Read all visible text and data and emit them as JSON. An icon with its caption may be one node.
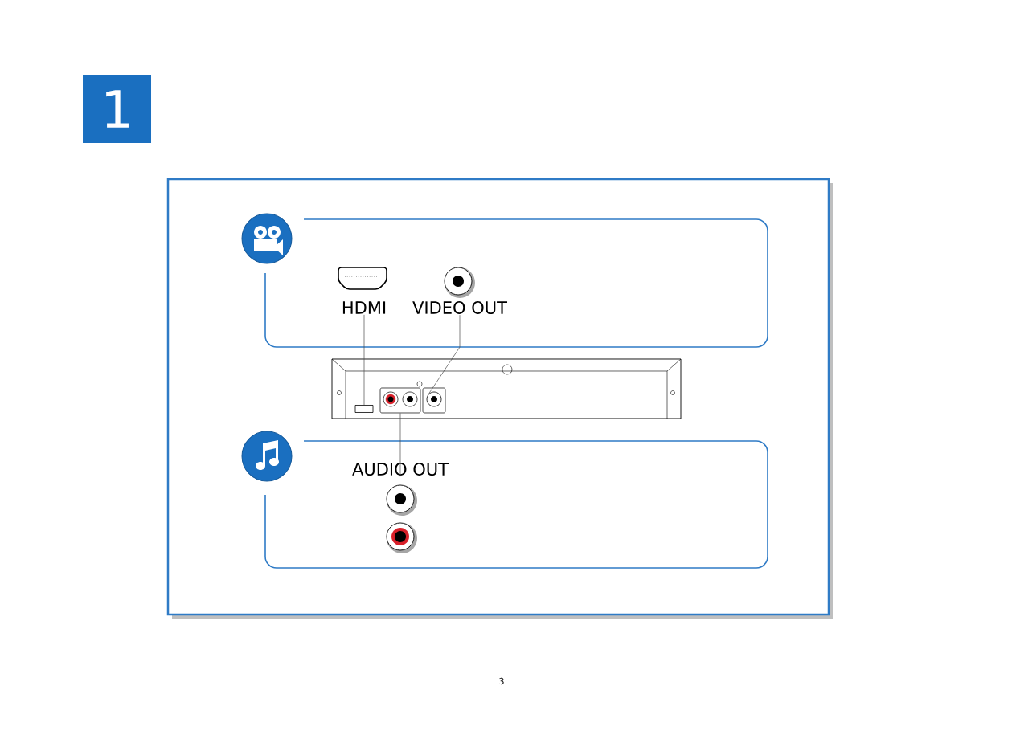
{
  "diagram": {
    "nodes": [
      {
        "text": [
          "1"
        ]
      },
      {
        "text": [],
        "shape": "box"
      },
      {
        "text": [
          "HDMI"
        ],
        "in": 1
      },
      {
        "text": [
          "VIDEO OUT"
        ],
        "in": 1
      },
      {
        "text": [],
        "shape": "box"
      },
      {
        "text": [],
        "shape": "circle"
      },
      {
        "text": [],
        "shape": "box"
      },
      {
        "text": [
          "AUDIO OUT"
        ],
        "in": 6
      },
      {
        "text": [],
        "shape": "box"
      }
    ],
    "edges": [
      {
        "from": 2,
        "to": 4,
        "arrow": "none"
      },
      {
        "from": 3,
        "to": 5,
        "arrow": "none"
      },
      {
        "from": 7,
        "to": 8,
        "arrow": "none"
      }
    ],
    "labels": [
      "3"
    ]
  }
}
